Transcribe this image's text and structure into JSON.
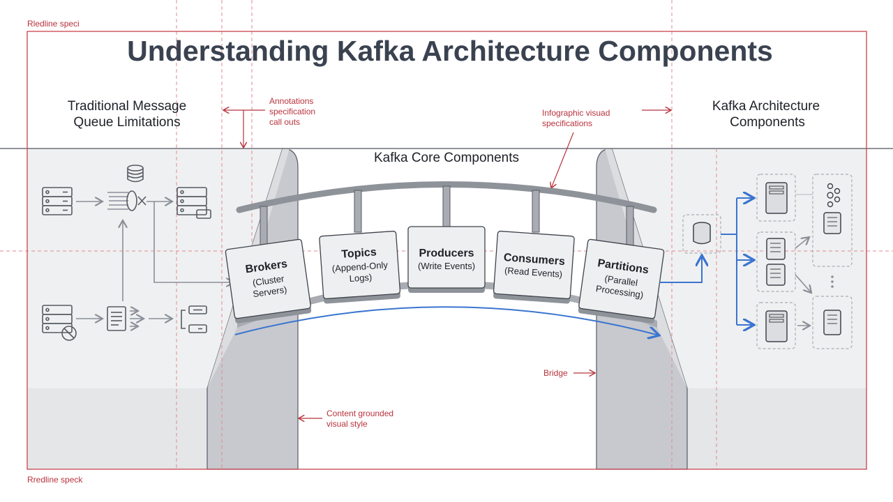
{
  "title": "Understanding Kafka Architecture Components",
  "redline_top": "Rledline speci",
  "redline_bottom": "Rredline speck",
  "left_heading": [
    "Traditional Message",
    "Queue Limitations"
  ],
  "right_heading": [
    "Kafka Architecture",
    "Components"
  ],
  "center_heading": "Kafka Core Components",
  "annotations": {
    "callouts": [
      "Annotations",
      "specification",
      "call outs"
    ],
    "infographic": [
      "Infographic visuad",
      "specifications"
    ],
    "bridge": "Bridge",
    "content": [
      "Content grounded",
      "visual style"
    ]
  },
  "components": [
    {
      "title": "Brokers",
      "sub": [
        "(Cluster",
        "Servers)"
      ]
    },
    {
      "title": "Topics",
      "sub": [
        "(Append-Only",
        "Logs)"
      ]
    },
    {
      "title": "Producers",
      "sub": [
        "(Write Events)"
      ]
    },
    {
      "title": "Consumers",
      "sub": [
        "(Read Events)"
      ]
    },
    {
      "title": "Partitions",
      "sub": [
        "(Parallel",
        "Processing)"
      ]
    }
  ],
  "colors": {
    "accent": "#3a74d0",
    "redline": "#b8323c",
    "title": "#3a4250"
  }
}
